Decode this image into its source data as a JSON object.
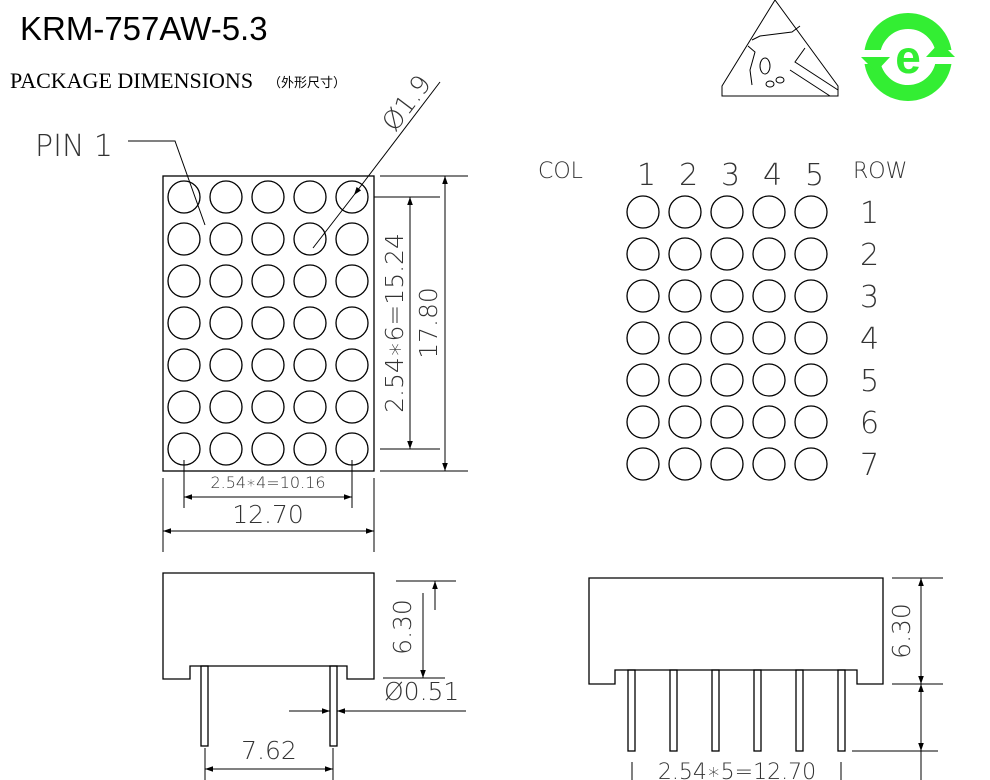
{
  "title": "KRM-757AW-5.3",
  "section_heading": "PACKAGE DIMENSIONS",
  "section_heading_cn": "（外形尺寸）",
  "front_view": {
    "pin1_label": "PIN 1",
    "dot_diameter": "Ø1.9",
    "vertical_pitch": "2.54∗6=15.24",
    "height": "17.80",
    "horizontal_pitch": "2.54∗4=10.16",
    "width": "12.70"
  },
  "pin_map": {
    "col_label": "COL",
    "row_label": "ROW",
    "columns": [
      "1",
      "2",
      "3",
      "4",
      "5"
    ],
    "rows": [
      "1",
      "2",
      "3",
      "4",
      "5",
      "6",
      "7"
    ]
  },
  "side_view_left": {
    "height": "6.30",
    "pin_diameter": "Ø0.51",
    "row_spacing": "7.62"
  },
  "side_view_right": {
    "height": "6.30",
    "pin_pitch": "2.54∗5=12.70"
  },
  "icons": {
    "esd": "esd-warning-icon",
    "eco": "eco-e-icon"
  },
  "colors": {
    "eco_green": "#33ee33"
  }
}
